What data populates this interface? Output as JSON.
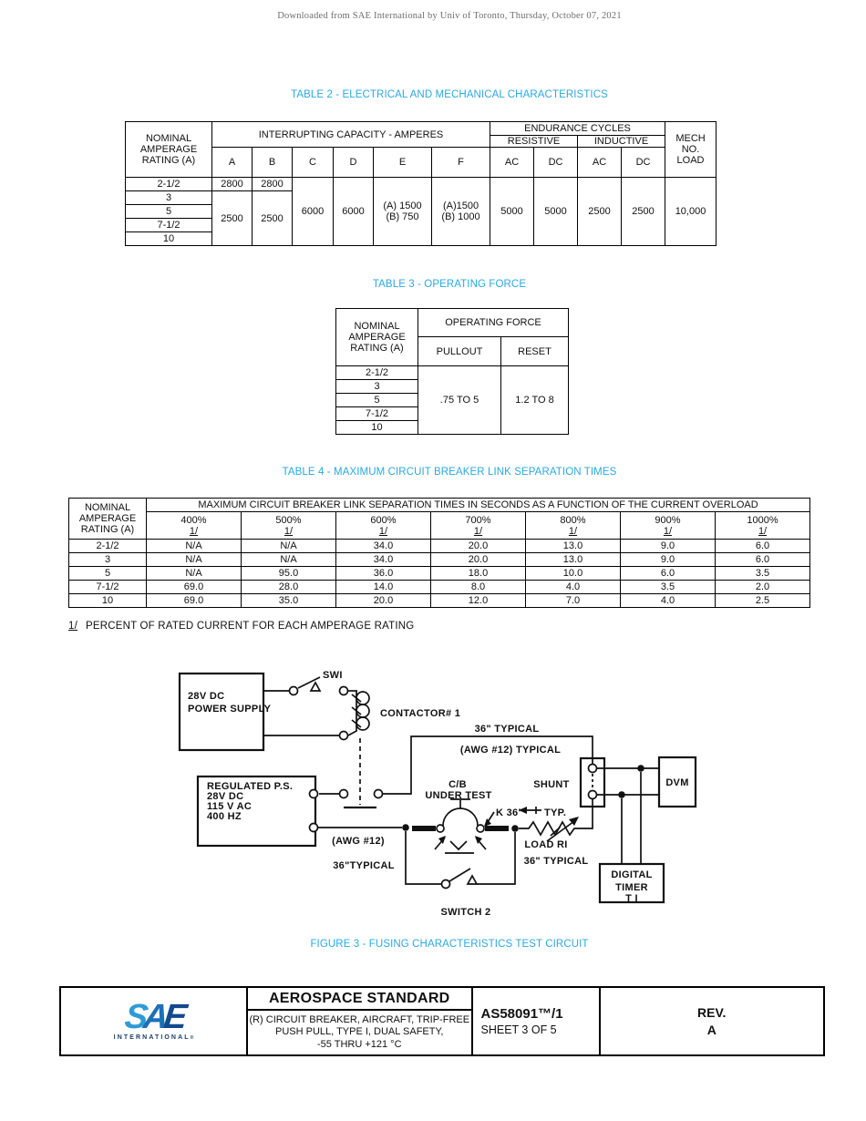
{
  "page": {
    "watermark": "Downloaded from SAE International by Univ of Toronto, Thursday, October 07, 2021",
    "accent_color": "#29a9e0"
  },
  "table2": {
    "caption": "TABLE 2 - ELECTRICAL AND MECHANICAL CHARACTERISTICS",
    "nominal_header": "NOMINAL\nAMPERAGE\nRATING (A)",
    "interrupting_header": "INTERRUPTING CAPACITY - AMPERES",
    "endurance_header": "ENDURANCE CYCLES",
    "resistive_header": "RESISTIVE",
    "inductive_header": "INDUCTIVE",
    "mech_header": "MECH\nNO.\nLOAD",
    "col_headers": [
      "A",
      "B",
      "C",
      "D",
      "E",
      "F",
      "AC",
      "DC",
      "AC",
      "DC"
    ],
    "ratings": [
      "2-1/2",
      "3",
      "5",
      "7-1/2",
      "10"
    ],
    "row1": {
      "a": "2800",
      "b": "2800"
    },
    "merged": {
      "ab_a": "2500",
      "ab_b": "2500",
      "c": "6000",
      "d": "6000",
      "e": "(A) 1500\n(B) 750",
      "f": "(A)1500\n(B) 1000",
      "res_ac": "5000",
      "res_dc": "5000",
      "ind_ac": "2500",
      "ind_dc": "2500",
      "mech": "10,000"
    }
  },
  "table3": {
    "caption": "TABLE 3 - OPERATING FORCE",
    "nominal_header": "NOMINAL\nAMPERAGE\nRATING (A)",
    "group_header": "OPERATING FORCE",
    "pullout_header": "PULLOUT",
    "reset_header": "RESET",
    "ratings": [
      "2-1/2",
      "3",
      "5",
      "7-1/2",
      "10"
    ],
    "pullout_value": ".75 TO 5",
    "reset_value": "1.2 TO 8"
  },
  "table4": {
    "caption": "TABLE 4 - MAXIMUM CIRCUIT BREAKER LINK SEPARATION TIMES",
    "nominal_header": "NOMINAL\nAMPERAGE\nRATING (A)",
    "span_header": "MAXIMUM CIRCUIT BREAKER LINK SEPARATION TIMES IN SECONDS AS A FUNCTION OF THE CURRENT OVERLOAD",
    "percent_headers": [
      "400%",
      "500%",
      "600%",
      "700%",
      "800%",
      "900%",
      "1000%"
    ],
    "note_marker": "1/",
    "rows": [
      {
        "rating": "2-1/2",
        "values": [
          "N/A",
          "N/A",
          "34.0",
          "20.0",
          "13.0",
          "9.0",
          "6.0"
        ]
      },
      {
        "rating": "3",
        "values": [
          "N/A",
          "N/A",
          "34.0",
          "20.0",
          "13.0",
          "9.0",
          "6.0"
        ]
      },
      {
        "rating": "5",
        "values": [
          "N/A",
          "95.0",
          "36.0",
          "18.0",
          "10.0",
          "6.0",
          "3.5"
        ]
      },
      {
        "rating": "7-1/2",
        "values": [
          "69.0",
          "28.0",
          "14.0",
          "8.0",
          "4.0",
          "3.5",
          "2.0"
        ]
      },
      {
        "rating": "10",
        "values": [
          "69.0",
          "35.0",
          "20.0",
          "12.0",
          "7.0",
          "4.0",
          "2.5"
        ]
      }
    ]
  },
  "footnote": {
    "marker": "1/",
    "text": "PERCENT OF RATED CURRENT FOR EACH AMPERAGE RATING"
  },
  "figure": {
    "caption": "FIGURE 3 - FUSING CHARACTERISTICS TEST CIRCUIT",
    "labels": {
      "psu_line1": "28V DC",
      "psu_line2": "POWER SUPPLY",
      "sw1": "SWI",
      "contactor": "CONTACTOR# 1",
      "typ36_top": "36\"  TYPICAL",
      "awg_typ": "(AWG #12) TYPICAL",
      "reg1": "REGULATED P.S.",
      "reg2": "28V DC",
      "reg3": "115 V AC",
      "reg4": "400 HZ",
      "awg": "(AWG #12)",
      "typ36_left": "36\"TYPICAL",
      "cb1": "C/B",
      "cb2": "UNDER TEST",
      "k_label": "K 36\"",
      "k_typ": "TYP.",
      "shunt": "SHUNT",
      "dvm": "DVM",
      "load": "LOAD RI",
      "typ36_right": "36\" TYPICAL",
      "timer1": "DIGITAL",
      "timer2": "TIMER",
      "timer3": "T I",
      "switch2": "SWITCH 2"
    }
  },
  "footer": {
    "logo": {
      "s": "S",
      "a": "A",
      "e": "E",
      "intl": "INTERNATIONAL",
      "reg": "®"
    },
    "heading": "AEROSPACE STANDARD",
    "subtitle1": "(R) CIRCUIT BREAKER, AIRCRAFT, TRIP-FREE",
    "subtitle2": "PUSH PULL, TYPE I, DUAL SAFETY,",
    "subtitle3": "-55 THRU +121 °C",
    "doc_number": "AS58091™/1",
    "sheet": "SHEET 3 OF 5",
    "rev_label": "REV.",
    "rev_value": "A"
  }
}
